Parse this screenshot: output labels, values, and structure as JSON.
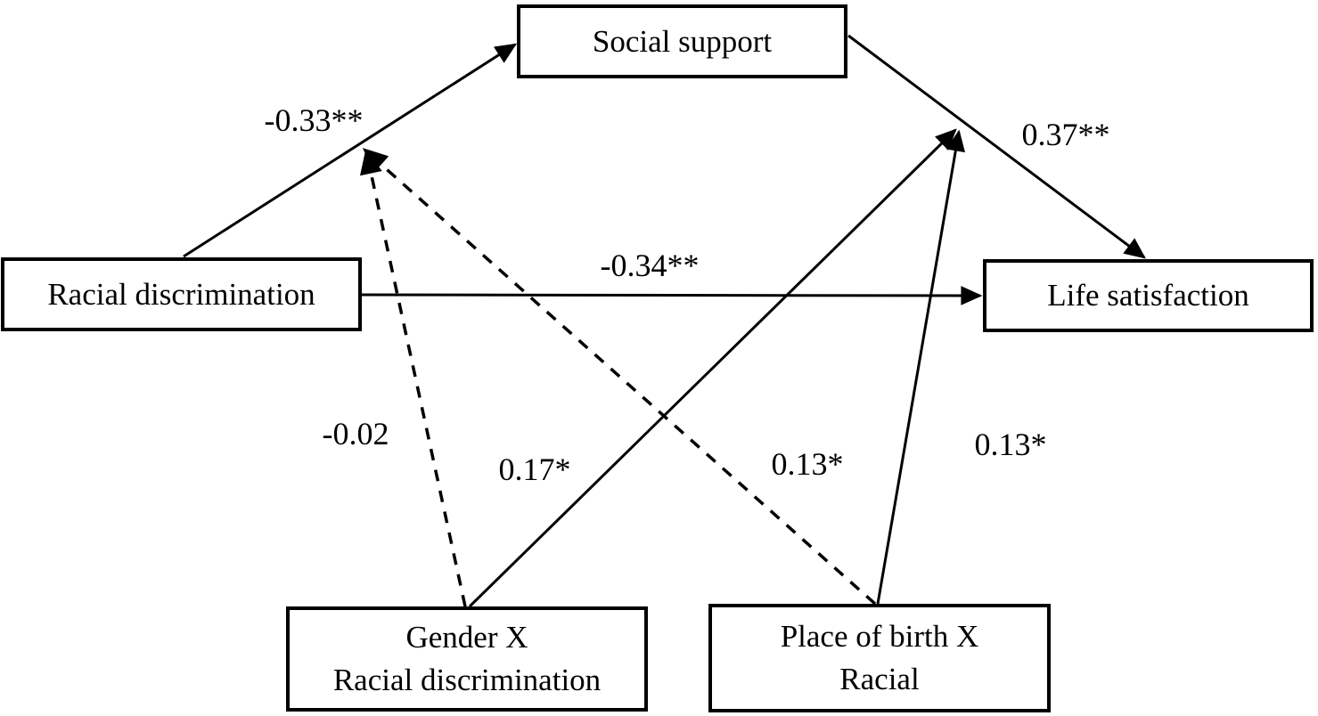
{
  "diagram": {
    "type": "path-model",
    "colors": {
      "line": "#000000",
      "box_border": "#000000",
      "box_fill": "#ffffff",
      "background": "#ffffff",
      "text": "#000000"
    },
    "nodes": [
      {
        "id": "social_support",
        "label": "Social support"
      },
      {
        "id": "racial_discrimination",
        "label": "Racial discrimination"
      },
      {
        "id": "life_satisfaction",
        "label": "Life satisfaction"
      },
      {
        "id": "gender_x_racial_discrimination",
        "label_line1": "Gender X",
        "label_line2": "Racial discrimination"
      },
      {
        "id": "place_of_birth_x_racial",
        "label_line1": "Place of birth X",
        "label_line2": "Racial"
      }
    ],
    "edges": [
      {
        "from": "racial_discrimination",
        "to": "social_support",
        "label": "-0.33**",
        "style": "solid"
      },
      {
        "from": "social_support",
        "to": "life_satisfaction",
        "label": "0.37**",
        "style": "solid"
      },
      {
        "from": "racial_discrimination",
        "to": "life_satisfaction",
        "label": "-0.34**",
        "style": "solid"
      },
      {
        "from": "gender_x_racial_discrimination",
        "to": "path_racial_to_social",
        "label": "-0.02",
        "style": "dashed"
      },
      {
        "from": "gender_x_racial_discrimination",
        "to": "path_social_to_life",
        "label": "0.17*",
        "style": "solid"
      },
      {
        "from": "place_of_birth_x_racial",
        "to": "path_racial_to_social",
        "label": "0.13*",
        "style": "dashed"
      },
      {
        "from": "place_of_birth_x_racial",
        "to": "path_social_to_life",
        "label": "0.13*",
        "style": "solid"
      }
    ]
  }
}
